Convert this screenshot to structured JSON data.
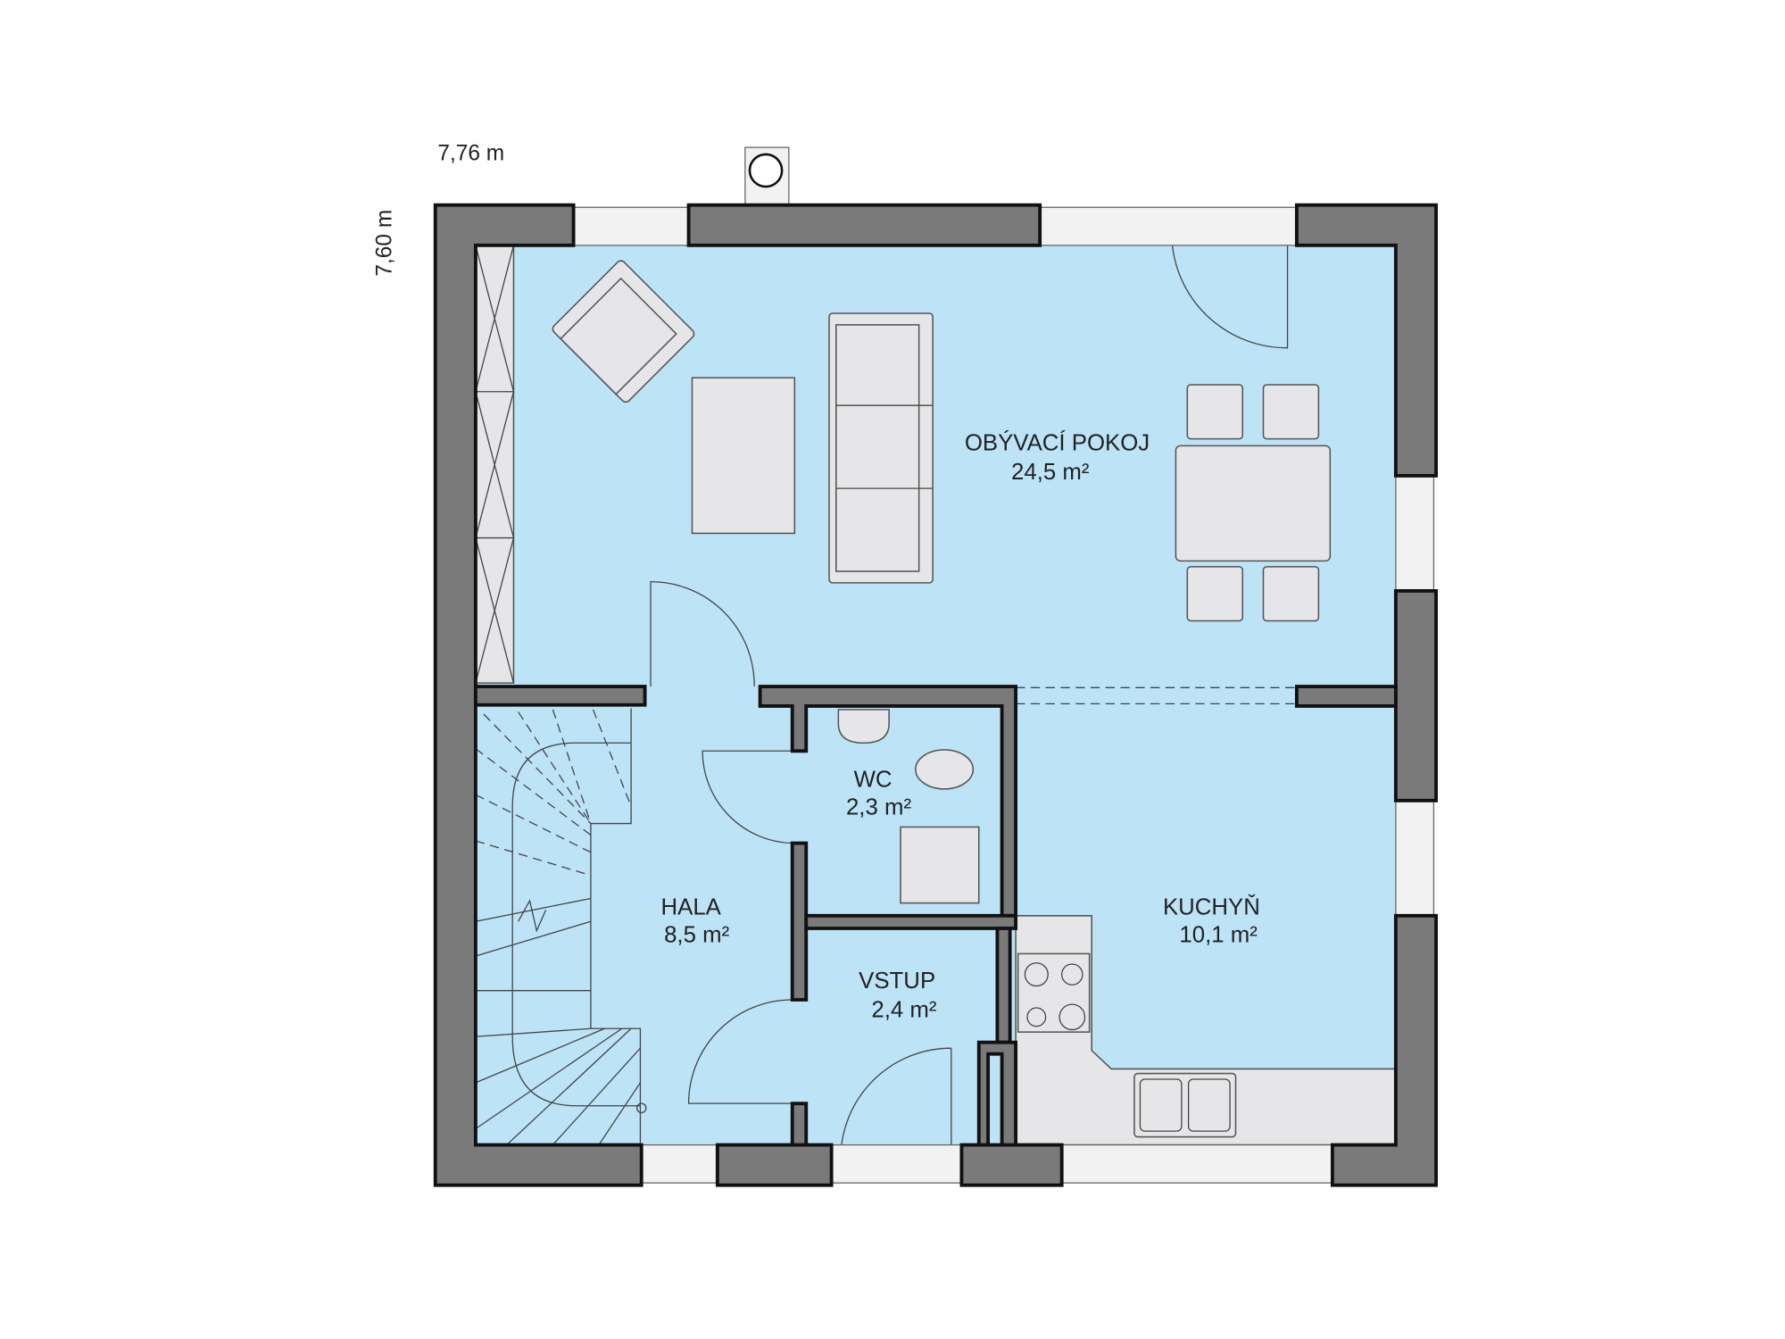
{
  "dimensions": {
    "width": "7,76 m",
    "depth": "7,60 m"
  },
  "rooms": [
    {
      "name": "OBÝVACÍ POKOJ",
      "area": "24,5 m²"
    },
    {
      "name": "WC",
      "area": "2,3 m²"
    },
    {
      "name": "HALA",
      "area": "8,5 m²"
    },
    {
      "name": "VSTUP",
      "area": "2,4 m²"
    },
    {
      "name": "KUCHYŇ",
      "area": "10,1 m²"
    }
  ],
  "colors": {
    "floor": "#bde3f7",
    "wall": "#7a7a7a",
    "furniture": "#e6e6e8"
  }
}
